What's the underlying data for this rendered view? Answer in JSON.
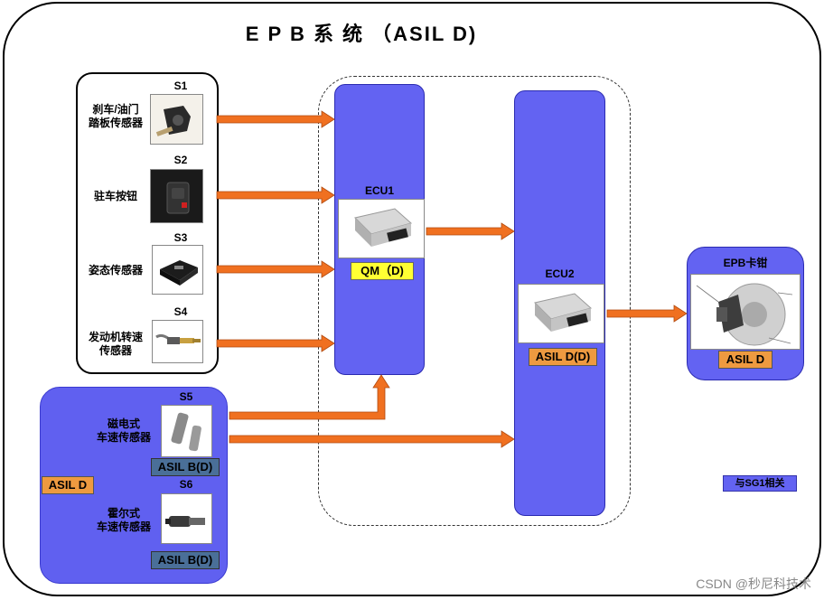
{
  "title": "E P B 系 统 （ASIL D)",
  "sensors": [
    {
      "id": "S1",
      "label_lines": [
        "刹车/油门",
        "踏板传感器"
      ]
    },
    {
      "id": "S2",
      "label_lines": [
        "驻车按钮"
      ]
    },
    {
      "id": "S3",
      "label_lines": [
        "姿态传感器"
      ]
    },
    {
      "id": "S4",
      "label_lines": [
        "发动机转速",
        "传感器"
      ]
    }
  ],
  "speed_sensors": [
    {
      "id": "S5",
      "label_lines": [
        "磁电式",
        "车速传感器"
      ],
      "asil": "ASIL B(D)"
    },
    {
      "id": "S6",
      "label_lines": [
        "霍尔式",
        "车速传感器"
      ],
      "asil": "ASIL B(D)"
    }
  ],
  "speed_group_asil": "ASIL D",
  "ecu1": {
    "name": "ECU1",
    "asil": "QM（D)"
  },
  "ecu2": {
    "name": "ECU2",
    "asil": "ASIL D(D)"
  },
  "epb_caliper": {
    "name": "EPB卡钳",
    "asil": "ASIL D"
  },
  "sg1_note": "与SG1相关",
  "watermark": "CSDN @秒尼科技术",
  "colors": {
    "box_blue": "#6363f2",
    "arrow_orange": "#f07020",
    "tag_yellow": "#ffff33",
    "tag_orange": "#ee9a40",
    "tag_steel": "#4a6f98"
  },
  "icons": [
    "pedal-sensor-photo",
    "parking-button-photo",
    "attitude-sensor-photo",
    "rpm-sensor-photo",
    "magnetic-speed-sensor-photo",
    "hall-speed-sensor-photo",
    "ecu-module-photo",
    "brake-caliper-photo"
  ]
}
